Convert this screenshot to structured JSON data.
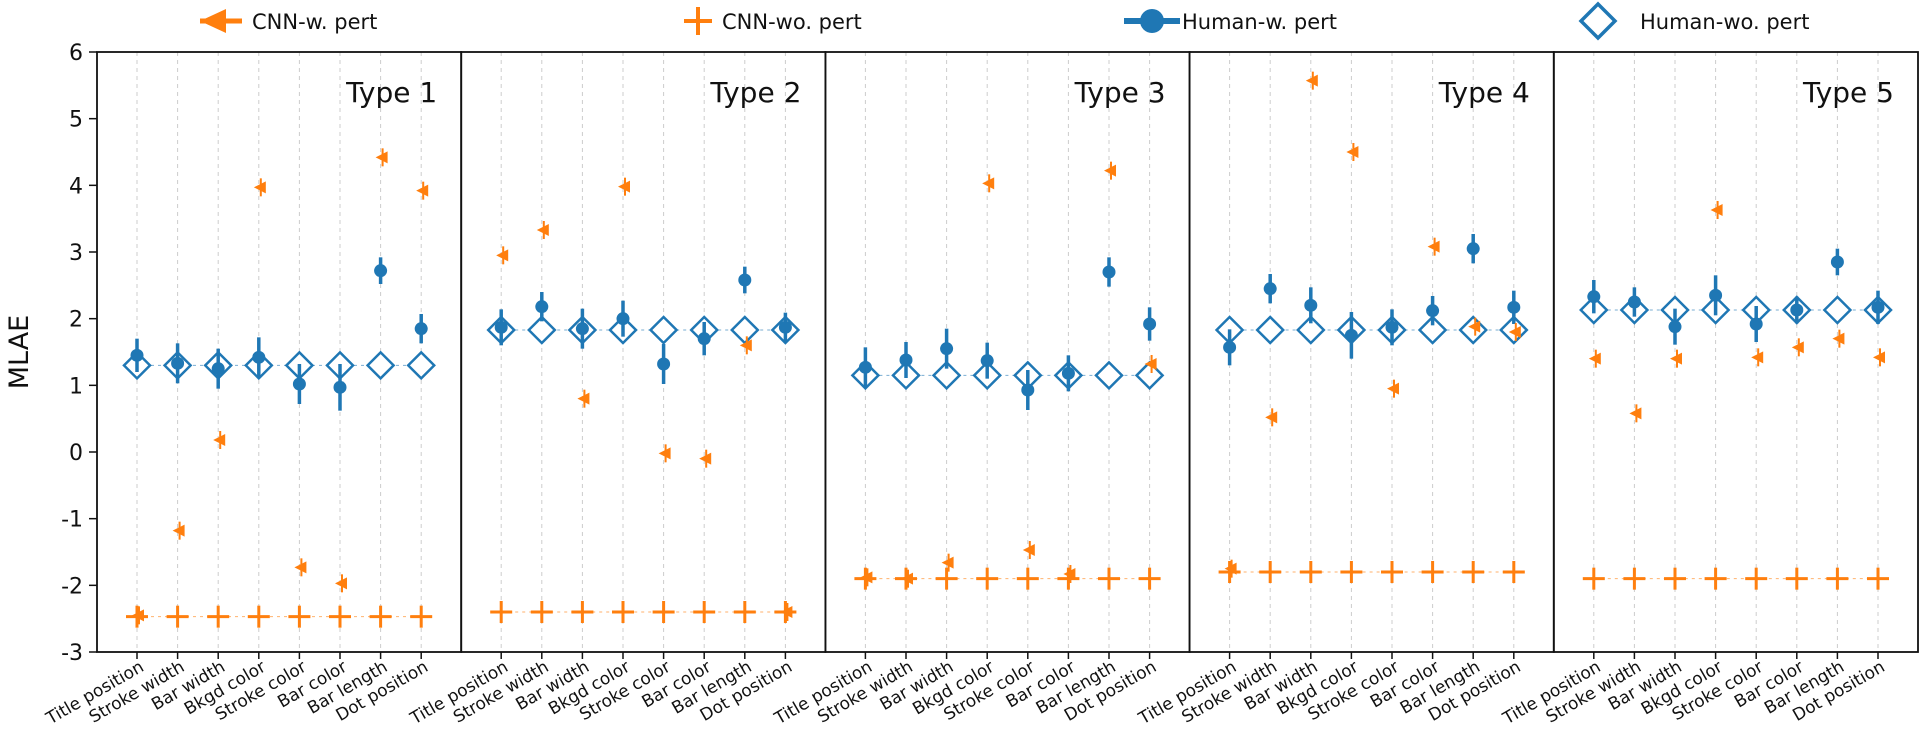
{
  "chart_data": {
    "type": "scatter",
    "ylabel": "MLAE",
    "xlabel": "",
    "ylim": [
      -3,
      6
    ],
    "yticks": [
      -3,
      -2,
      -1,
      0,
      1,
      2,
      3,
      4,
      5,
      6
    ],
    "grid": "vertical dashed per category",
    "legend_placement": "top",
    "categories": [
      "Title position",
      "Stroke width",
      "Bar width",
      "Bkgd color",
      "Stroke color",
      "Bar color",
      "Bar length",
      "Dot position"
    ],
    "colors": {
      "orange": "#ff7f0e",
      "blue": "#1f77b4"
    },
    "legend": [
      {
        "key": "cnn_w",
        "label": "CNN-w. pert"
      },
      {
        "key": "cnn_wo",
        "label": "CNN-wo. pert"
      },
      {
        "key": "human_w",
        "label": "Human-w. pert"
      },
      {
        "key": "human_wo",
        "label": "Human-wo. pert"
      }
    ],
    "panels": [
      {
        "title": "Type 1",
        "cnn_w": [
          -2.45,
          -1.18,
          0.18,
          3.97,
          -1.73,
          -1.97,
          4.42,
          3.92
        ],
        "cnn_wo": [
          -2.47,
          -2.47,
          -2.47,
          -2.47,
          -2.47,
          -2.47,
          -2.47,
          -2.47
        ],
        "human_w": [
          1.45,
          1.33,
          1.25,
          1.42,
          1.02,
          0.97,
          2.72,
          1.85
        ],
        "human_w_ci": [
          0.25,
          0.3,
          0.3,
          0.3,
          0.3,
          0.35,
          0.2,
          0.22
        ],
        "human_wo": [
          1.3,
          1.3,
          1.3,
          1.3,
          1.3,
          1.3,
          1.3,
          1.3
        ]
      },
      {
        "title": "Type 2",
        "cnn_w": [
          2.95,
          3.33,
          0.8,
          3.98,
          -0.02,
          -0.1,
          1.6,
          -2.4
        ],
        "cnn_wo": [
          -2.4,
          -2.4,
          -2.4,
          -2.4,
          -2.4,
          -2.4,
          -2.4,
          -2.4
        ],
        "human_w": [
          1.87,
          2.18,
          1.85,
          2.0,
          1.32,
          1.7,
          2.58,
          1.87
        ],
        "human_w_ci": [
          0.27,
          0.22,
          0.3,
          0.27,
          0.3,
          0.25,
          0.2,
          0.22
        ],
        "human_wo": [
          1.83,
          1.83,
          1.83,
          1.83,
          1.83,
          1.83,
          1.83,
          1.83
        ]
      },
      {
        "title": "Type 3",
        "cnn_w": [
          -1.88,
          -1.9,
          -1.66,
          4.03,
          -1.47,
          -1.83,
          4.22,
          1.32
        ],
        "cnn_wo": [
          -1.9,
          -1.9,
          -1.9,
          -1.9,
          -1.9,
          -1.9,
          -1.9,
          -1.9
        ],
        "human_w": [
          1.27,
          1.38,
          1.55,
          1.37,
          0.93,
          1.18,
          2.7,
          1.92
        ],
        "human_w_ci": [
          0.3,
          0.27,
          0.3,
          0.27,
          0.3,
          0.27,
          0.22,
          0.25
        ],
        "human_wo": [
          1.15,
          1.15,
          1.15,
          1.15,
          1.15,
          1.15,
          1.15,
          1.15
        ]
      },
      {
        "title": "Type 4",
        "cnn_w": [
          -1.75,
          0.52,
          5.57,
          4.5,
          0.95,
          3.08,
          1.88,
          1.8
        ],
        "cnn_wo": [
          -1.8,
          -1.8,
          -1.8,
          -1.8,
          -1.8,
          -1.8,
          -1.8,
          -1.8
        ],
        "human_w": [
          1.57,
          2.45,
          2.2,
          1.75,
          1.87,
          2.12,
          3.05,
          2.17
        ],
        "human_w_ci": [
          0.27,
          0.22,
          0.27,
          0.35,
          0.27,
          0.22,
          0.22,
          0.25
        ],
        "human_wo": [
          1.83,
          1.83,
          1.83,
          1.83,
          1.83,
          1.83,
          1.83,
          1.83
        ]
      },
      {
        "title": "Type 5",
        "cnn_w": [
          1.4,
          0.58,
          1.4,
          3.63,
          1.42,
          1.57,
          1.7,
          1.42
        ],
        "cnn_wo": [
          -1.9,
          -1.9,
          -1.9,
          -1.9,
          -1.9,
          -1.9,
          -1.9,
          -1.9
        ],
        "human_w": [
          2.33,
          2.25,
          1.88,
          2.35,
          1.92,
          2.13,
          2.85,
          2.17
        ],
        "human_w_ci": [
          0.25,
          0.22,
          0.27,
          0.3,
          0.27,
          0.2,
          0.2,
          0.25
        ],
        "human_wo": [
          2.13,
          2.13,
          2.13,
          2.13,
          2.13,
          2.13,
          2.13,
          2.13
        ]
      }
    ]
  }
}
